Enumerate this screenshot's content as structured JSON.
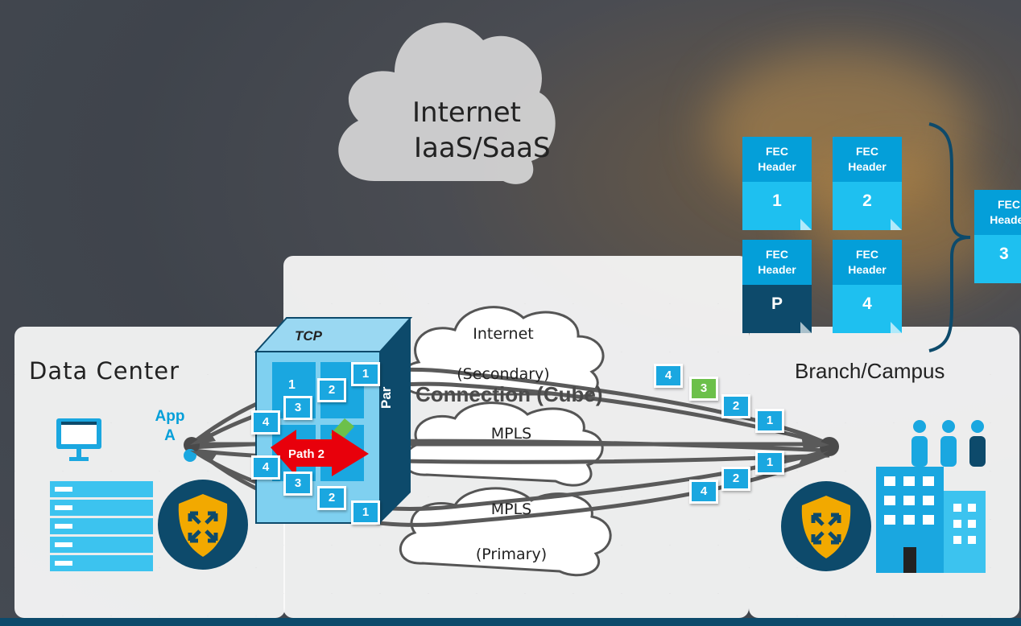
{
  "clouds": {
    "internet_top": {
      "line1": "Internet",
      "line2": "IaaS/SaaS"
    },
    "internet_secondary": {
      "line1": "Internet",
      "line2": "(Secondary)"
    },
    "mpls_middle": {
      "label": "MPLS"
    },
    "mpls_primary": {
      "line1": "MPLS",
      "line2": "(Primary)"
    }
  },
  "panels": {
    "data_center": "Data Center",
    "branch": "Branch/Campus"
  },
  "middle_overlay_text": "Connection (Cube)",
  "tcp_box": {
    "top_label": "TCP",
    "side_label": "Par",
    "cells": [
      "1",
      "2"
    ]
  },
  "app_label": {
    "line1": "App",
    "line2": "A"
  },
  "path_label": "Path 2",
  "fec_headers": [
    {
      "header": "FEC\nHeader",
      "value": "1",
      "style": "light"
    },
    {
      "header": "FEC\nHeader",
      "value": "2",
      "style": "light"
    },
    {
      "header": "FEC\nHeader",
      "value": "P",
      "style": "dark"
    },
    {
      "header": "FEC\nHeader",
      "value": "4",
      "style": "light"
    },
    {
      "header": "FEC\nHeader",
      "value": "3",
      "style": "light"
    }
  ],
  "packets": {
    "top_left": [
      "1",
      "2",
      "3",
      "4"
    ],
    "top_right": [
      "4",
      "3",
      "2",
      "1"
    ],
    "bottom_left": [
      "4",
      "3",
      "2",
      "1"
    ],
    "bottom_right": [
      "4",
      "2",
      "1"
    ]
  },
  "colors": {
    "accent": "#049fd9",
    "dark_blue": "#0d4a6b",
    "green": "#6cc04a",
    "red_arrow": "#e8000b",
    "packet_blue": "#1aa7e0"
  },
  "icons": [
    "computer-monitor-icon",
    "server-rack-icon",
    "router-shield-icon",
    "people-icon",
    "building-icon"
  ]
}
